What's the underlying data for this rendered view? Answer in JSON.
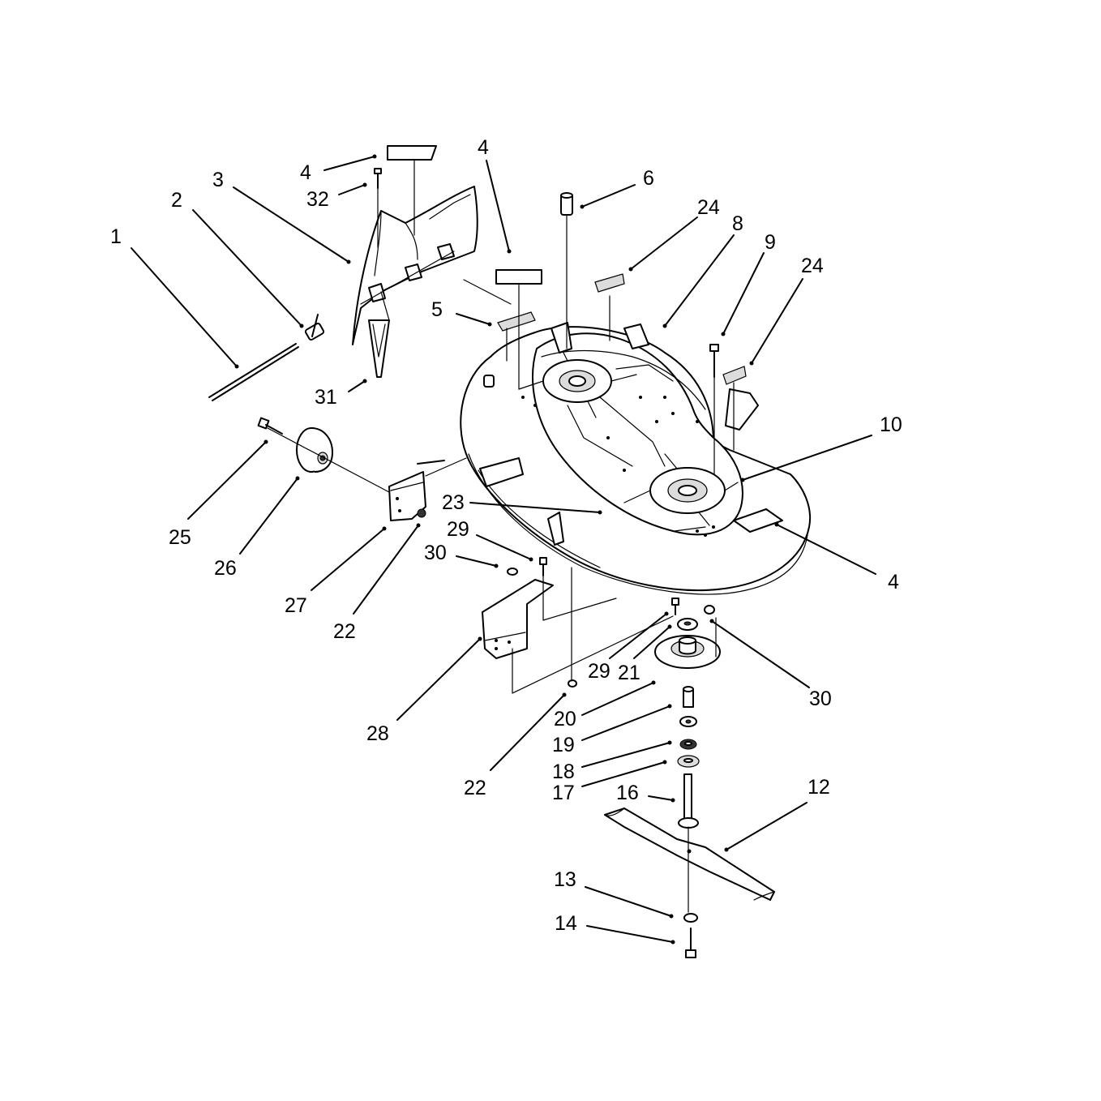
{
  "diagram": {
    "callouts": [
      {
        "id": "c1",
        "label": "1"
      },
      {
        "id": "c2",
        "label": "2"
      },
      {
        "id": "c3",
        "label": "3"
      },
      {
        "id": "c4a",
        "label": "4"
      },
      {
        "id": "c32",
        "label": "32"
      },
      {
        "id": "c4b",
        "label": "4"
      },
      {
        "id": "c6",
        "label": "6"
      },
      {
        "id": "c24a",
        "label": "24"
      },
      {
        "id": "c8",
        "label": "8"
      },
      {
        "id": "c9",
        "label": "9"
      },
      {
        "id": "c24b",
        "label": "24"
      },
      {
        "id": "c5",
        "label": "5"
      },
      {
        "id": "c31",
        "label": "31"
      },
      {
        "id": "c10",
        "label": "10"
      },
      {
        "id": "c25",
        "label": "25"
      },
      {
        "id": "c26",
        "label": "26"
      },
      {
        "id": "c23",
        "label": "23"
      },
      {
        "id": "c4c",
        "label": "4"
      },
      {
        "id": "c29a",
        "label": "29"
      },
      {
        "id": "c30a",
        "label": "30"
      },
      {
        "id": "c27",
        "label": "27"
      },
      {
        "id": "c22a",
        "label": "22"
      },
      {
        "id": "c28",
        "label": "28"
      },
      {
        "id": "c29b",
        "label": "29"
      },
      {
        "id": "c21",
        "label": "21"
      },
      {
        "id": "c30b",
        "label": "30"
      },
      {
        "id": "c20",
        "label": "20"
      },
      {
        "id": "c19",
        "label": "19"
      },
      {
        "id": "c18",
        "label": "18"
      },
      {
        "id": "c17",
        "label": "17"
      },
      {
        "id": "c16",
        "label": "16"
      },
      {
        "id": "c12",
        "label": "12"
      },
      {
        "id": "c22b",
        "label": "22"
      },
      {
        "id": "c13",
        "label": "13"
      },
      {
        "id": "c14",
        "label": "14"
      }
    ]
  }
}
